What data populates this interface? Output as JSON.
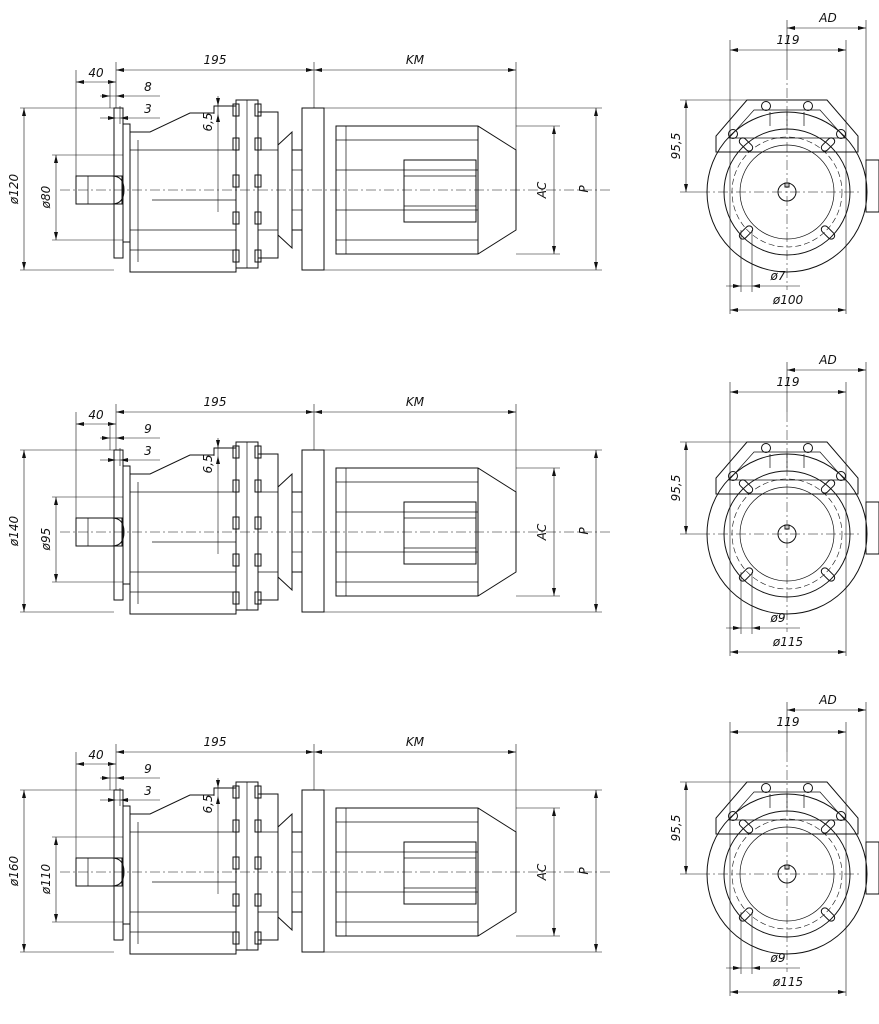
{
  "views": [
    {
      "side": {
        "overall": "195",
        "motor": "KM",
        "shaft_ext": "40",
        "flange_thk": "8",
        "spigot": "3",
        "gap": "6,5",
        "outer_dia": "ø120",
        "pilot_dia": "ø80",
        "motor_dia": "AC",
        "flange_dia": "P"
      },
      "end": {
        "width": "119",
        "box_offset": "AD",
        "height": "95,5",
        "hole_dia": "ø7",
        "pcd": "ø100"
      }
    },
    {
      "side": {
        "overall": "195",
        "motor": "KM",
        "shaft_ext": "40",
        "flange_thk": "9",
        "spigot": "3",
        "gap": "6,5",
        "outer_dia": "ø140",
        "pilot_dia": "ø95",
        "motor_dia": "AC",
        "flange_dia": "P"
      },
      "end": {
        "width": "119",
        "box_offset": "AD",
        "height": "95,5",
        "hole_dia": "ø9",
        "pcd": "ø115"
      }
    },
    {
      "side": {
        "overall": "195",
        "motor": "KM",
        "shaft_ext": "40",
        "flange_thk": "9",
        "spigot": "3",
        "gap": "6,5",
        "outer_dia": "ø160",
        "pilot_dia": "ø110",
        "motor_dia": "AC",
        "flange_dia": "P"
      },
      "end": {
        "width": "119",
        "box_offset": "AD",
        "height": "95,5",
        "hole_dia": "ø9",
        "pcd": "ø115"
      }
    }
  ]
}
